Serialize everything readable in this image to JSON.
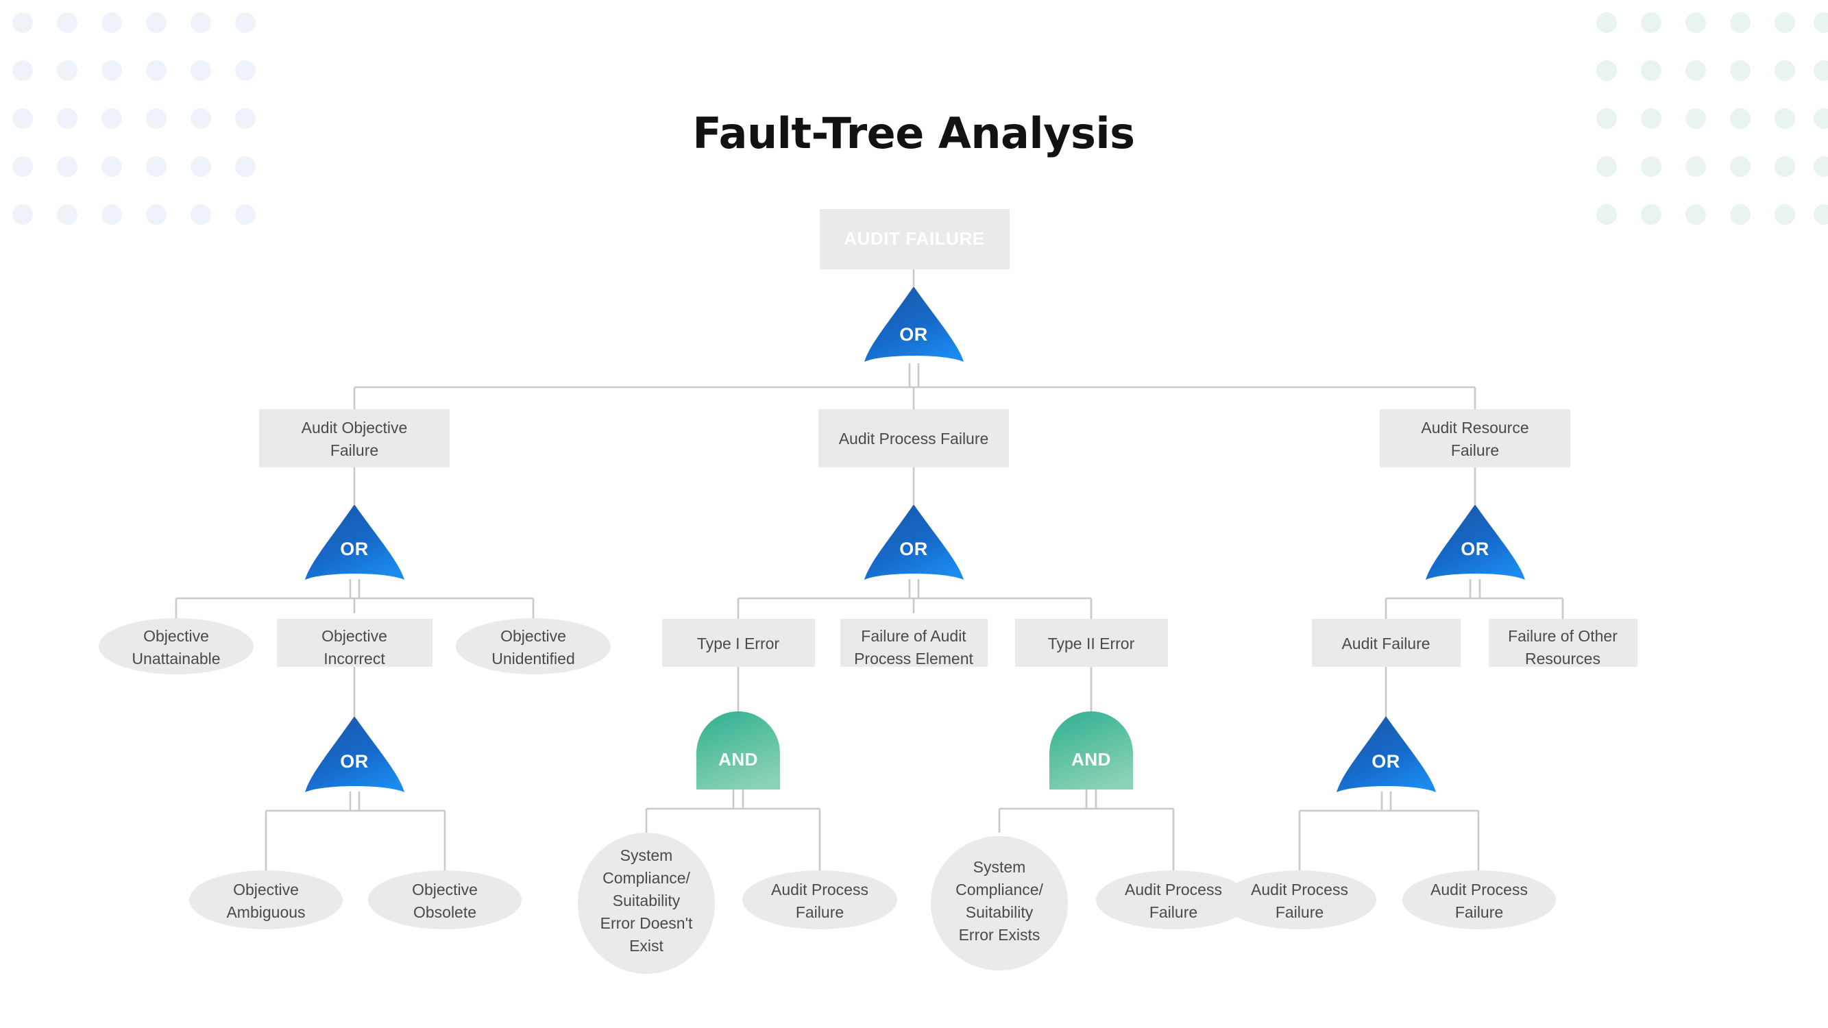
{
  "page": {
    "title": "Fault-Tree Analysis",
    "background": "#ffffff"
  },
  "colors": {
    "top_event_fill_start": "#6f6f6f",
    "top_event_fill_end": "#4b4b4b",
    "top_event_text": "#ffffff",
    "event_fill": "#eaeaea",
    "event_text": "#4a4a4a",
    "or_gate_start": "#1f5fb0",
    "or_gate_end": "#1a86ee",
    "and_gate_start": "#3bb694",
    "and_gate_end": "#86cfb2",
    "connector": "#c9c9c9",
    "dots_left": "#eef3fa",
    "dots_right": "#e9f4ee"
  },
  "decor": {
    "left_dots": {
      "name": "dot-grid-left",
      "cols": 6,
      "rows": 5,
      "color": "#eef3fa"
    },
    "right_dots": {
      "name": "dot-grid-right",
      "cols": 6,
      "rows": 5,
      "color": "#e9f4ee"
    }
  },
  "chart_data": {
    "type": "diagram",
    "diagram_type": "fault-tree",
    "title": "Fault-Tree Analysis",
    "top_event": "AUDIT FAILURE",
    "gate_types": [
      "OR",
      "AND"
    ],
    "node_shapes": {
      "rectangle": "intermediate event",
      "ellipse": "basic / terminal event",
      "pointed-arch": "OR gate",
      "dome": "AND gate"
    },
    "levels": 5,
    "nodes": [
      {
        "id": "top",
        "label": "AUDIT FAILURE",
        "shape": "rectangle-dark",
        "level": 0
      },
      {
        "id": "g0",
        "label": "OR",
        "shape": "or-gate",
        "level": 0
      },
      {
        "id": "n1",
        "label": "Audit Objective Failure",
        "shape": "rectangle",
        "level": 1
      },
      {
        "id": "n2",
        "label": "Audit Process Failure",
        "shape": "rectangle",
        "level": 1
      },
      {
        "id": "n3",
        "label": "Audit Resource Failure",
        "shape": "rectangle",
        "level": 1
      },
      {
        "id": "g1",
        "label": "OR",
        "shape": "or-gate",
        "level": 1
      },
      {
        "id": "g2",
        "label": "OR",
        "shape": "or-gate",
        "level": 1
      },
      {
        "id": "g3",
        "label": "OR",
        "shape": "or-gate",
        "level": 1
      },
      {
        "id": "n1a",
        "label": "Objective Unattainable",
        "shape": "ellipse",
        "level": 2
      },
      {
        "id": "n1b",
        "label": "Objective Incorrect",
        "shape": "rectangle",
        "level": 2
      },
      {
        "id": "n1c",
        "label": "Objective Unidentified",
        "shape": "ellipse",
        "level": 2
      },
      {
        "id": "n2a",
        "label": "Type I Error",
        "shape": "rectangle",
        "level": 2
      },
      {
        "id": "n2b",
        "label": "Failure of Audit Process Element",
        "shape": "rectangle",
        "level": 2
      },
      {
        "id": "n2c",
        "label": "Type II Error",
        "shape": "rectangle",
        "level": 2
      },
      {
        "id": "n3a",
        "label": "Audit Failure",
        "shape": "rectangle",
        "level": 2
      },
      {
        "id": "n3b",
        "label": "Failure of Other Resources",
        "shape": "rectangle",
        "level": 2
      },
      {
        "id": "g4",
        "label": "OR",
        "shape": "or-gate",
        "level": 2
      },
      {
        "id": "g5",
        "label": "AND",
        "shape": "and-gate",
        "level": 2
      },
      {
        "id": "g6",
        "label": "AND",
        "shape": "and-gate",
        "level": 2
      },
      {
        "id": "g7",
        "label": "OR",
        "shape": "or-gate",
        "level": 2
      },
      {
        "id": "n4a",
        "label": "Objective Ambiguous",
        "shape": "ellipse",
        "level": 3
      },
      {
        "id": "n4b",
        "label": "Objective Obsolete",
        "shape": "ellipse",
        "level": 3
      },
      {
        "id": "n5a",
        "label": "System Compliance/ Suitability Error Doesn't Exist",
        "shape": "ellipse",
        "level": 3
      },
      {
        "id": "n5b",
        "label": "Audit Process Failure",
        "shape": "ellipse",
        "level": 3
      },
      {
        "id": "n6a",
        "label": "System Compliance/ Suitability Error Exists",
        "shape": "ellipse",
        "level": 3
      },
      {
        "id": "n6b",
        "label": "Audit Process Failure",
        "shape": "ellipse",
        "level": 3
      },
      {
        "id": "n7a",
        "label": "Audit Process Failure",
        "shape": "ellipse",
        "level": 3
      },
      {
        "id": "n7b",
        "label": "Audit Process Failure",
        "shape": "ellipse",
        "level": 3
      }
    ],
    "edges": [
      [
        "top",
        "g0"
      ],
      [
        "g0",
        "n1"
      ],
      [
        "g0",
        "n2"
      ],
      [
        "g0",
        "n3"
      ],
      [
        "n1",
        "g1"
      ],
      [
        "g1",
        "n1a"
      ],
      [
        "g1",
        "n1b"
      ],
      [
        "g1",
        "n1c"
      ],
      [
        "n2",
        "g2"
      ],
      [
        "g2",
        "n2a"
      ],
      [
        "g2",
        "n2b"
      ],
      [
        "g2",
        "n2c"
      ],
      [
        "n3",
        "g3"
      ],
      [
        "g3",
        "n3a"
      ],
      [
        "g3",
        "n3b"
      ],
      [
        "n1b",
        "g4"
      ],
      [
        "g4",
        "n4a"
      ],
      [
        "g4",
        "n4b"
      ],
      [
        "n2a",
        "g5"
      ],
      [
        "g5",
        "n5a"
      ],
      [
        "g5",
        "n5b"
      ],
      [
        "n2c",
        "g6"
      ],
      [
        "g6",
        "n6a"
      ],
      [
        "g6",
        "n6b"
      ],
      [
        "n3a",
        "g7"
      ],
      [
        "g7",
        "n7a"
      ],
      [
        "g7",
        "n7b"
      ]
    ]
  },
  "top_event": {
    "label": "AUDIT FAILURE"
  },
  "gates": {
    "g0": "OR",
    "g1": "OR",
    "g2": "OR",
    "g3": "OR",
    "g4": "OR",
    "g5": "AND",
    "g6": "AND",
    "g7": "OR"
  },
  "level1": {
    "n1": {
      "line1": "Audit Objective",
      "line2": "Failure"
    },
    "n2": {
      "line1": "Audit Process Failure",
      "line2": ""
    },
    "n3": {
      "line1": "Audit Resource",
      "line2": "Failure"
    }
  },
  "level2": {
    "n1a": {
      "line1": "Objective",
      "line2": "Unattainable"
    },
    "n1b": {
      "line1": "Objective",
      "line2": "Incorrect"
    },
    "n1c": {
      "line1": "Objective",
      "line2": "Unidentified"
    },
    "n2a": {
      "line1": "Type I Error",
      "line2": ""
    },
    "n2b": {
      "line1": "Failure of Audit",
      "line2": "Process Element"
    },
    "n2c": {
      "line1": "Type II Error",
      "line2": ""
    },
    "n3a": {
      "line1": "Audit Failure",
      "line2": ""
    },
    "n3b": {
      "line1": "Failure of Other",
      "line2": "Resources"
    }
  },
  "level3": {
    "n4a": {
      "line1": "Objective",
      "line2": "Ambiguous"
    },
    "n4b": {
      "line1": "Objective",
      "line2": "Obsolete"
    },
    "n5a": {
      "line1": "System",
      "line2": "Compliance/",
      "line3": "Suitability",
      "line4": "Error Doesn't",
      "line5": "Exist"
    },
    "n5b": {
      "line1": "Audit Process",
      "line2": "Failure"
    },
    "n6a": {
      "line1": "System",
      "line2": "Compliance/",
      "line3": "Suitability",
      "line4": "Error Exists"
    },
    "n6b": {
      "line1": "Audit Process",
      "line2": "Failure"
    },
    "n7a": {
      "line1": "Audit Process",
      "line2": "Failure"
    },
    "n7b": {
      "line1": "Audit Process",
      "line2": "Failure"
    }
  }
}
